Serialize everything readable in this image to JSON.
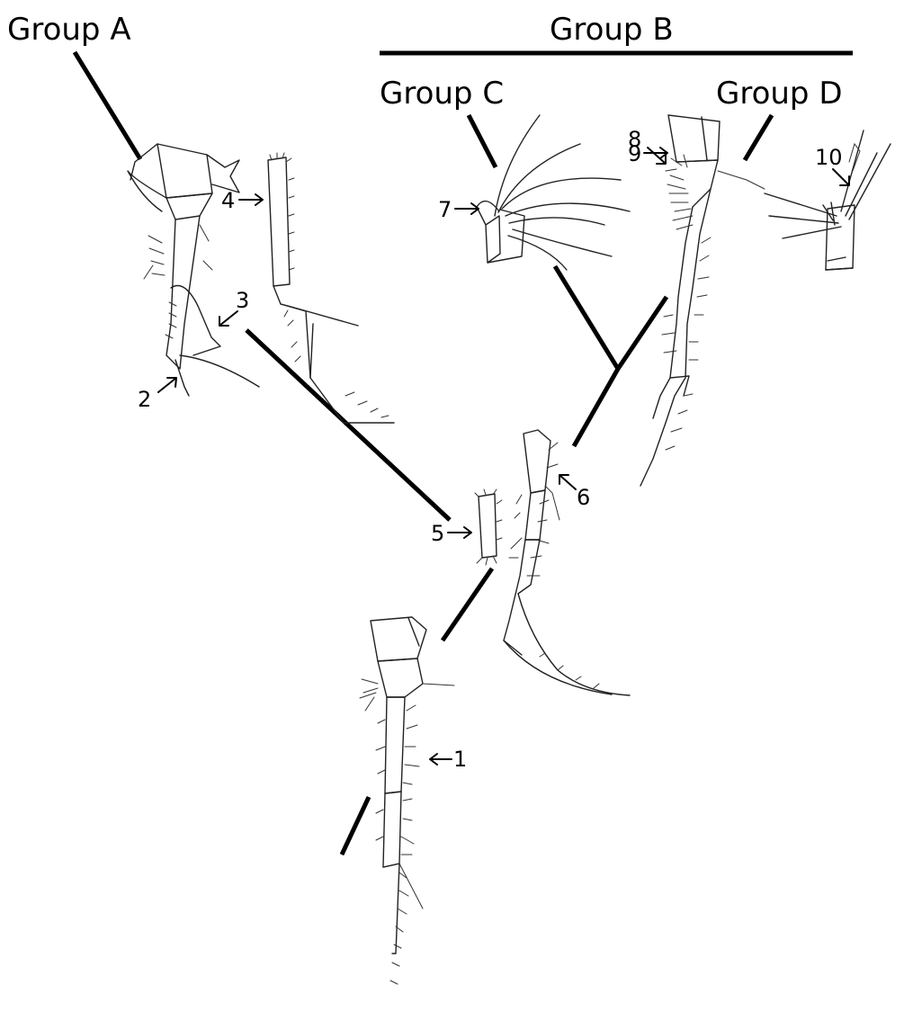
{
  "groups": {
    "a": "Group A",
    "b": "Group B",
    "c": "Group C",
    "d": "Group D"
  },
  "labels": [
    "1",
    "2",
    "3",
    "4",
    "5",
    "6",
    "7",
    "8",
    "9",
    "10"
  ],
  "colors": {
    "ink": "#000000",
    "background": "#ffffff"
  }
}
